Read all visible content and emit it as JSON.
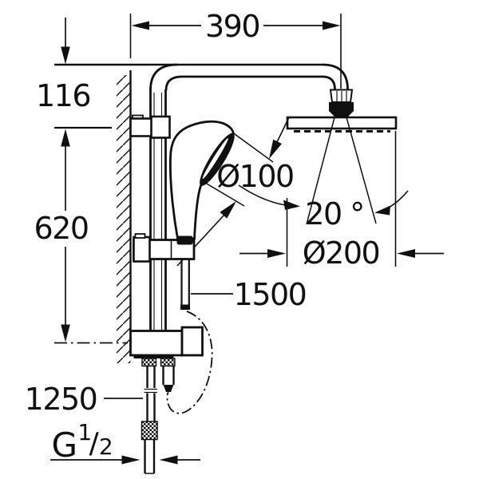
{
  "colors": {
    "ink": "#101010",
    "paper": "#ffffff"
  },
  "labels": {
    "arm_reach": "390",
    "arm_offset": "116",
    "rail_span": "620",
    "hand_shower_diameter": "Ø100",
    "spray_angle": "20 °",
    "head_shower_diameter": "Ø200",
    "hose_length": "1500",
    "supply_height": "1250",
    "thread": {
      "prefix": "G",
      "numerator": "1",
      "slash": "/",
      "denominator": "2"
    }
  }
}
